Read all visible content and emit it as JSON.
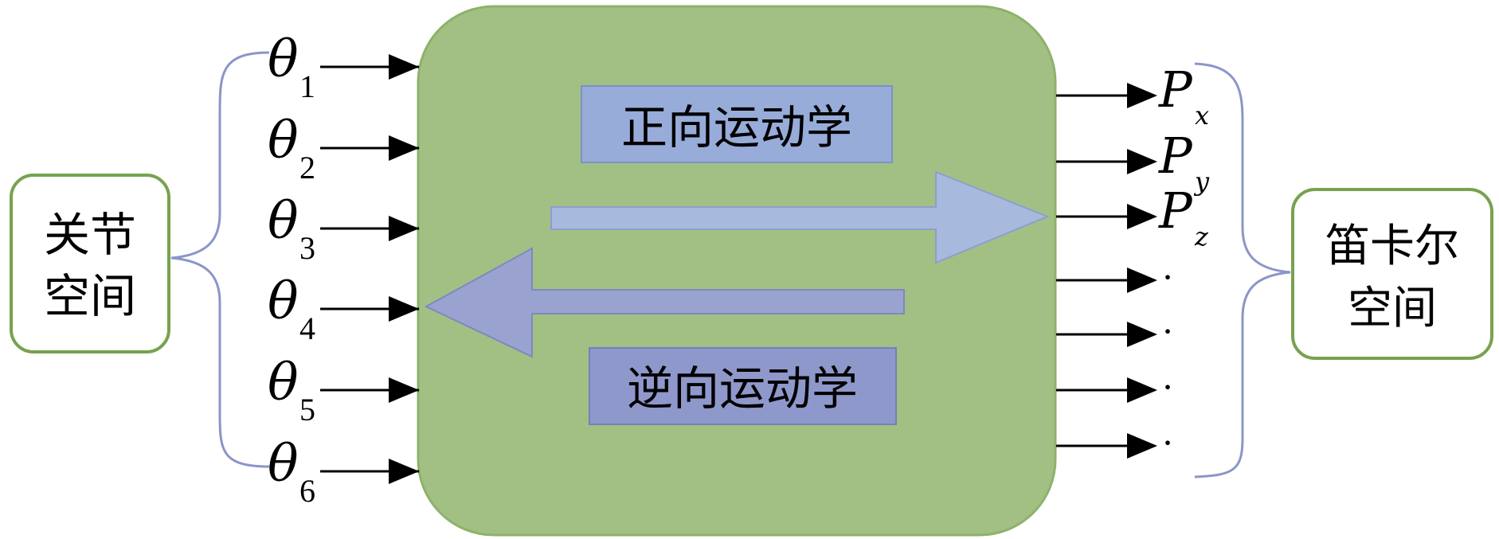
{
  "left_box": {
    "line1": "关节",
    "line2": "空间"
  },
  "right_box": {
    "line1": "笛卡尔",
    "line2": "空间"
  },
  "forward_label": "正向运动学",
  "inverse_label": "逆向运动学",
  "inputs": [
    {
      "symbol": "θ",
      "subscript": "1"
    },
    {
      "symbol": "θ",
      "subscript": "2"
    },
    {
      "symbol": "θ",
      "subscript": "3"
    },
    {
      "symbol": "θ",
      "subscript": "4"
    },
    {
      "symbol": "θ",
      "subscript": "5"
    },
    {
      "symbol": "θ",
      "subscript": "6"
    }
  ],
  "outputs": [
    {
      "symbol": "P",
      "subscript": "x"
    },
    {
      "symbol": "P",
      "subscript": "y"
    },
    {
      "symbol": "P",
      "subscript": "z"
    },
    {
      "symbol": "·",
      "subscript": ""
    },
    {
      "symbol": "·",
      "subscript": ""
    },
    {
      "symbol": "·",
      "subscript": ""
    },
    {
      "symbol": "·",
      "subscript": ""
    }
  ],
  "colors": {
    "main_fill": "#a2c084",
    "main_stroke": "#8db26a",
    "box_stroke": "#77a24f",
    "brace": "#8b95c8",
    "forward_arrow": "#a7b9dc",
    "inverse_arrow": "#9aa3d0",
    "label_fill": "#94a7d6",
    "arrow": "#000000"
  }
}
